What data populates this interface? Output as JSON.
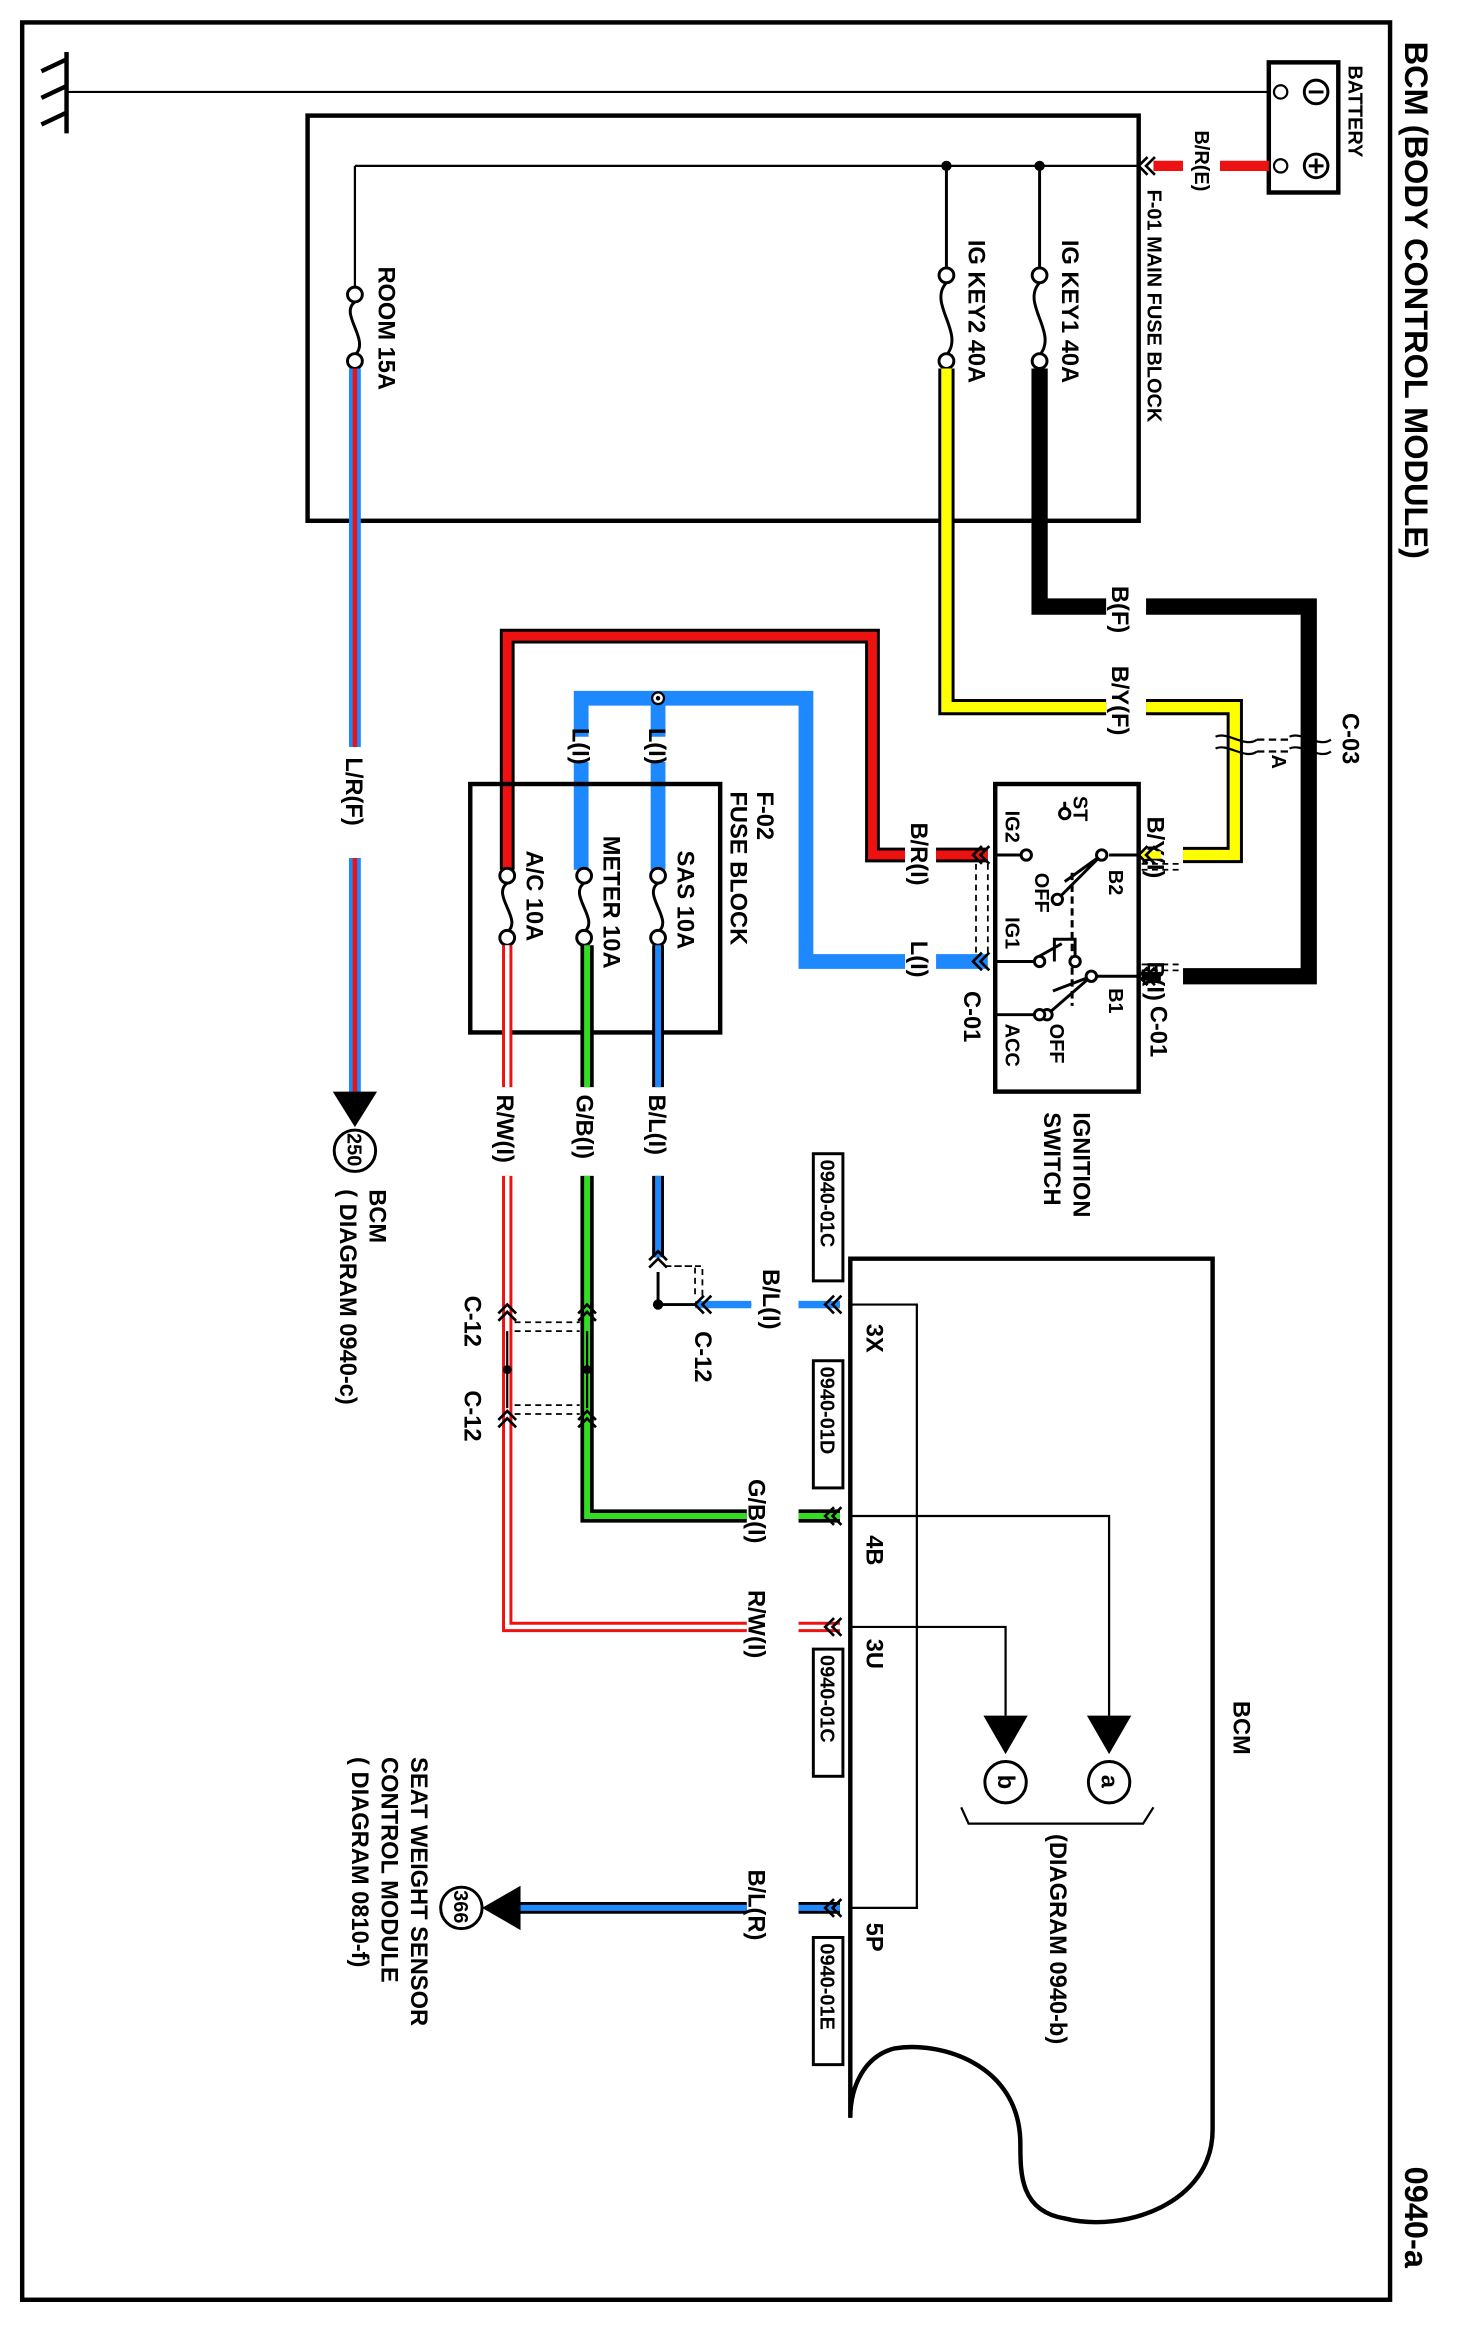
{
  "title": "BCM (BODY CONTROL MODULE)",
  "page_code": "0940-a",
  "colors": {
    "red": "#ee1111",
    "black": "#000000",
    "yellow": "#ffff00",
    "blue": "#1e88ff",
    "green": "#33dd22"
  },
  "battery": {
    "label": "BATTERY",
    "neg": "-",
    "pos": "+",
    "wire": "B/R(E)"
  },
  "main_fuse_block": {
    "label": "F-01 MAIN FUSE BLOCK",
    "fuses": [
      "IG KEY1 40A",
      "IG KEY2 40A",
      "ROOM 15A"
    ]
  },
  "wires": {
    "bf": "B(F)",
    "byf": "B/Y(F)",
    "byi": "B/Y(I)",
    "bi": "B(I)",
    "bri": "B/R(I)",
    "li_switch": "L(I)",
    "li_a": "L(I)",
    "li_b": "L(I)",
    "bli_1": "B/L(I)",
    "bli_2": "B/L(I)",
    "gbi_1": "G/B(I)",
    "gbi_2": "G/B(I)",
    "rwi_1": "R/W(I)",
    "rwi_2": "R/W(I)",
    "lrf": "L/R(F)",
    "blr": "B/L(R)"
  },
  "connectors": {
    "c03": "C-03",
    "c03_pin": "A",
    "c01_a": "C-01",
    "c01_b": "C-01",
    "c12_a": "C-12",
    "c12_b": "C-12",
    "c12_c": "C-12"
  },
  "ignition_switch": {
    "label1": "IGNITION",
    "label2": "SWITCH",
    "terminals": {
      "st": "ST",
      "ig2": "IG2",
      "off1": "OFF",
      "b2": "B2",
      "ig1": "IG1",
      "b1": "B1",
      "acc": "ACC",
      "off2": "OFF"
    }
  },
  "fuse_block_2": {
    "label1": "F-02",
    "label2": "FUSE BLOCK",
    "fuses": [
      "SAS 10A",
      "METER 10A",
      "A/C 10A"
    ]
  },
  "bcm": {
    "label": "BCM",
    "pins": [
      "3X",
      "4B",
      "3U",
      "5P"
    ],
    "refs": [
      "0940-01C",
      "0940-01D",
      "0940-01C",
      "0940-01E"
    ],
    "offpage_a": "a",
    "offpage_b": "b",
    "offpage_diagram": "(DIAGRAM 0940-b)"
  },
  "ref_250": {
    "num": "250",
    "label1": "BCM",
    "label2": "( DIAGRAM 0940-c)"
  },
  "ref_366": {
    "num": "366",
    "label1": "SEAT WEIGHT SENSOR",
    "label2": "CONTROL MODULE",
    "label3": "( DIAGRAM 0810-f)"
  }
}
